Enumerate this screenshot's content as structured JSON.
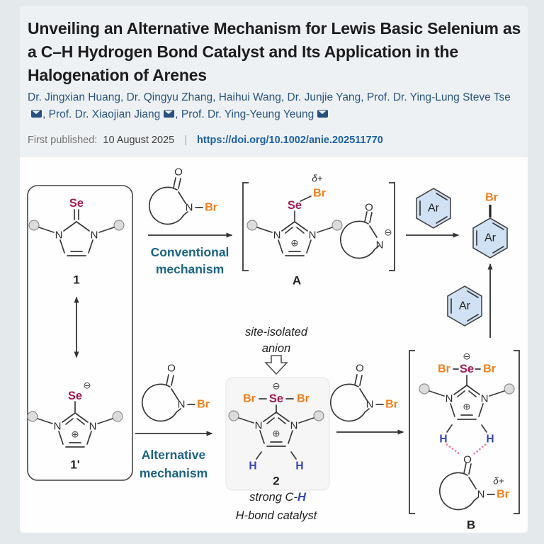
{
  "header": {
    "title": "Unveiling an Alternative Mechanism for Lewis Basic Selenium as a C–H Hydrogen Bond Catalyst and Its Application in the Halogenation of Arenes",
    "authors": [
      {
        "name": "Dr. Jingxian Huang",
        "mail": false
      },
      {
        "name": "Dr. Qingyu Zhang",
        "mail": false
      },
      {
        "name": "Haihui Wang",
        "mail": false
      },
      {
        "name": "Dr. Junjie Yang",
        "mail": false
      },
      {
        "name": "Prof. Dr. Ying-Lung Steve Tse",
        "mail": true
      },
      {
        "name": "Prof. Dr. Xiaojian Jiang",
        "mail": true
      },
      {
        "name": "Prof. Dr. Ying-Yeung Yeung",
        "mail": true
      }
    ],
    "first_published_label": "First published:",
    "first_published_date": "10 August 2025",
    "separator": "|",
    "doi": "https://doi.org/10.1002/anie.202511770"
  },
  "scheme": {
    "compound_labels": {
      "c1": "1",
      "c1p": "1'",
      "c2": "2",
      "iA": "A",
      "iB": "B"
    },
    "atoms": {
      "se": "Se",
      "n": "N",
      "o": "O",
      "br": "Br",
      "h": "H",
      "ar": "Ar"
    },
    "charges": {
      "plus": "⊕",
      "minus": "⊖",
      "delta_plus": "δ+"
    },
    "text": {
      "conventional_1": "Conventional",
      "conventional_2": "mechanism",
      "alternative_1": "Alternative",
      "alternative_2": "mechanism",
      "site_isolated_1": "site-isolated",
      "site_isolated_2": "anion",
      "strong_ch_prefix": "strong C-",
      "strong_ch_h": "H",
      "hbond_catalyst": "H-bond catalyst"
    },
    "colors": {
      "selenium": "#a21a52",
      "bromine": "#f07e1b",
      "mechanism_text": "#1c6484",
      "hydrogen_blue": "#3346bb",
      "hbond_pink": "#ed7590",
      "arene_fill": "#cfe1f3",
      "authors_link": "#2b5580",
      "doi_link": "#1c60a6"
    }
  }
}
